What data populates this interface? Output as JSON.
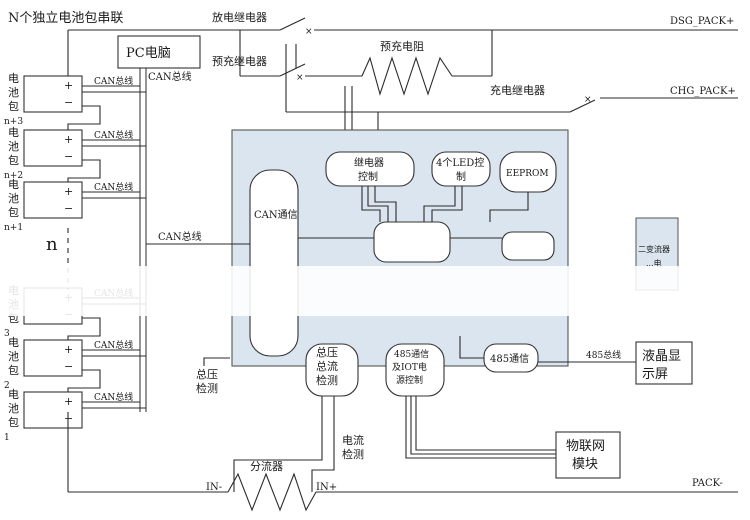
{
  "title": "N个独立电池包串联",
  "relays": {
    "discharge": "放电继电器",
    "precharge": "预充继电器",
    "charge": "充电继电器",
    "precharge_resistor": "预充电阻"
  },
  "terminals": {
    "dsg": "DSG_PACK+",
    "chg": "CHG_PACK+",
    "pack_minus": "PACK-"
  },
  "pc": "PC电脑",
  "bus_labels": {
    "can": "CAN总线",
    "rs485": "485总线"
  },
  "packs": [
    {
      "chars": [
        "电",
        "池",
        "包"
      ],
      "index": "n+3"
    },
    {
      "chars": [
        "电",
        "池",
        "包"
      ],
      "index": "n+2"
    },
    {
      "chars": [
        "电",
        "池",
        "包"
      ],
      "index": "n+1"
    },
    {
      "chars": [
        "电",
        "池",
        "包"
      ],
      "index": "3"
    },
    {
      "chars": [
        "电",
        "池",
        "包"
      ],
      "index": "2"
    },
    {
      "chars": [
        "电",
        "池",
        "包"
      ],
      "index": "1"
    }
  ],
  "plus": "+",
  "minus": "−",
  "n_label": "n",
  "modules": {
    "relay_ctrl": [
      "继电器",
      "控制"
    ],
    "led_ctrl": [
      "4个LED控",
      "制"
    ],
    "eeprom": "EEPROM",
    "can_comm": "CAN通信",
    "voltage_current": [
      "总压",
      "总流",
      "检测"
    ],
    "comm_iot": [
      "485通信",
      "及IOT电",
      "源控制"
    ],
    "comm_485": "485通信",
    "current_sensor_partial": [
      "二变流器",
      "...电"
    ]
  },
  "side_labels": {
    "total_voltage": [
      "总压",
      "检测"
    ],
    "current_detect": [
      "电流",
      "检测"
    ]
  },
  "lcd": [
    "液晶显",
    "示屏"
  ],
  "iot": [
    "物联网",
    "模块"
  ],
  "shunt": {
    "label": "分流器",
    "in_minus": "IN-",
    "in_plus": "IN+"
  }
}
